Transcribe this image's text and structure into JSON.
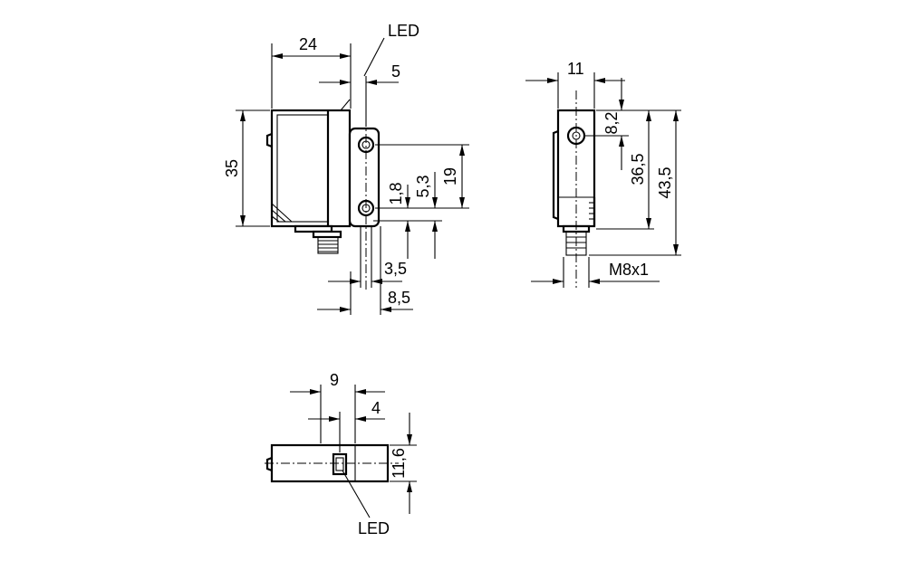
{
  "front_view": {
    "dim_width": "24",
    "dim_led_offset": "5",
    "led_label": "LED",
    "dim_height": "35",
    "dim_hole_spacing": "19",
    "dim_hole_top": "5,3",
    "dim_hole_side": "1,8",
    "dim_hole_dia": "3,5",
    "dim_bracket": "8,5"
  },
  "side_view": {
    "dim_width": "11",
    "dim_top": "8,2",
    "dim_mid": "36,5",
    "dim_total": "43,5",
    "connector": "M8x1"
  },
  "top_view": {
    "dim_led_pos": "9",
    "dim_led_width": "4",
    "dim_height": "11,6",
    "led_label": "LED"
  }
}
